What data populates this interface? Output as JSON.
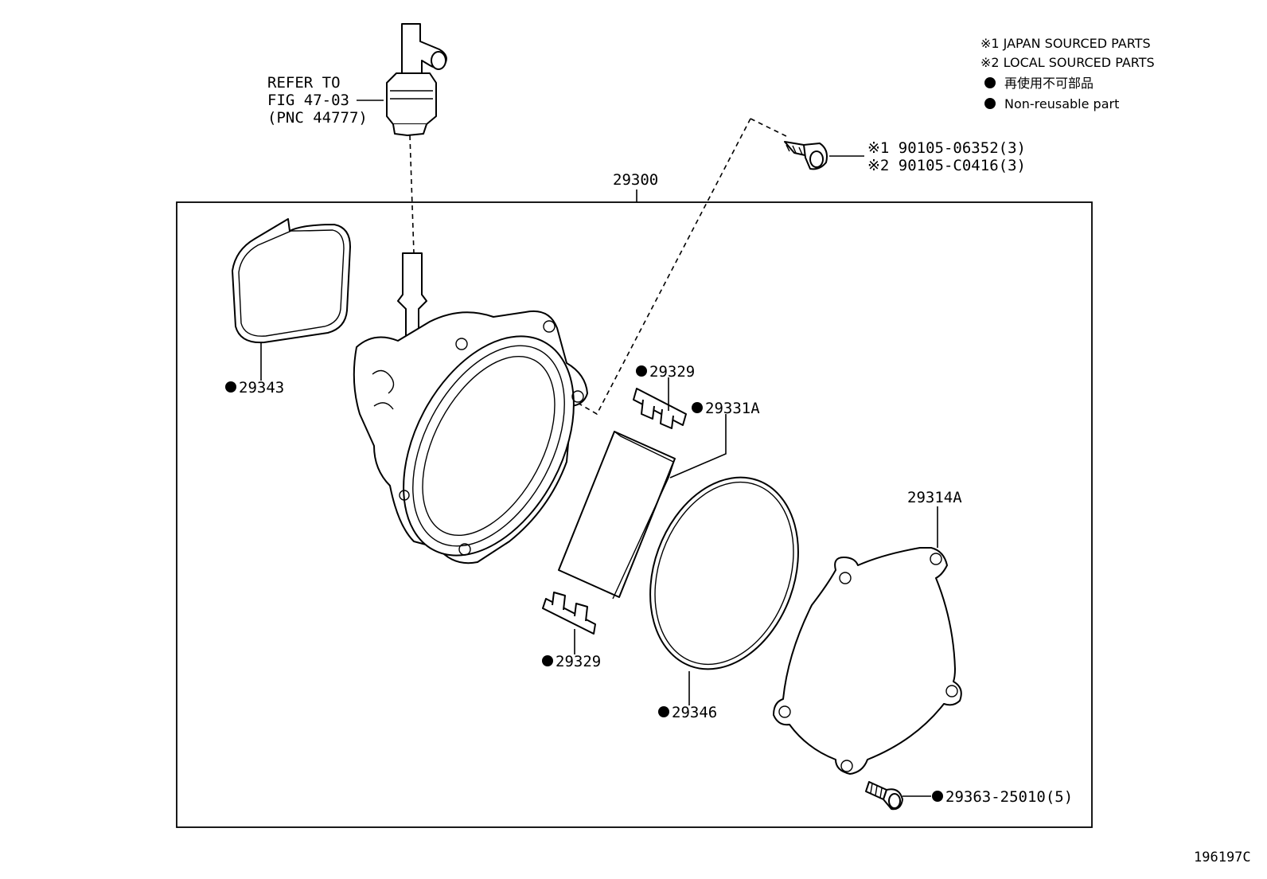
{
  "legend": {
    "japan": "※1 JAPAN SOURCED PARTS",
    "local": "※2 LOCAL SOURCED PARTS",
    "nonreusable_jp": "再使用不可部品",
    "nonreusable_en": "Non-reusable part"
  },
  "refer": {
    "line1": "REFER TO",
    "line2": "FIG 47-03",
    "line3": "(PNC 44777)"
  },
  "bolt_top": {
    "line1": "※1 90105-06352(3)",
    "line2": "※2 90105-C0416(3)"
  },
  "assembly_label": "29300",
  "parts": {
    "p29343": "29343",
    "p29329_top": "29329",
    "p29331a": "29331A",
    "p29329_bottom": "29329",
    "p29346": "29346",
    "p29314a": "29314A",
    "p29363": "29363-25010(5)"
  },
  "figure_id": "196197C"
}
